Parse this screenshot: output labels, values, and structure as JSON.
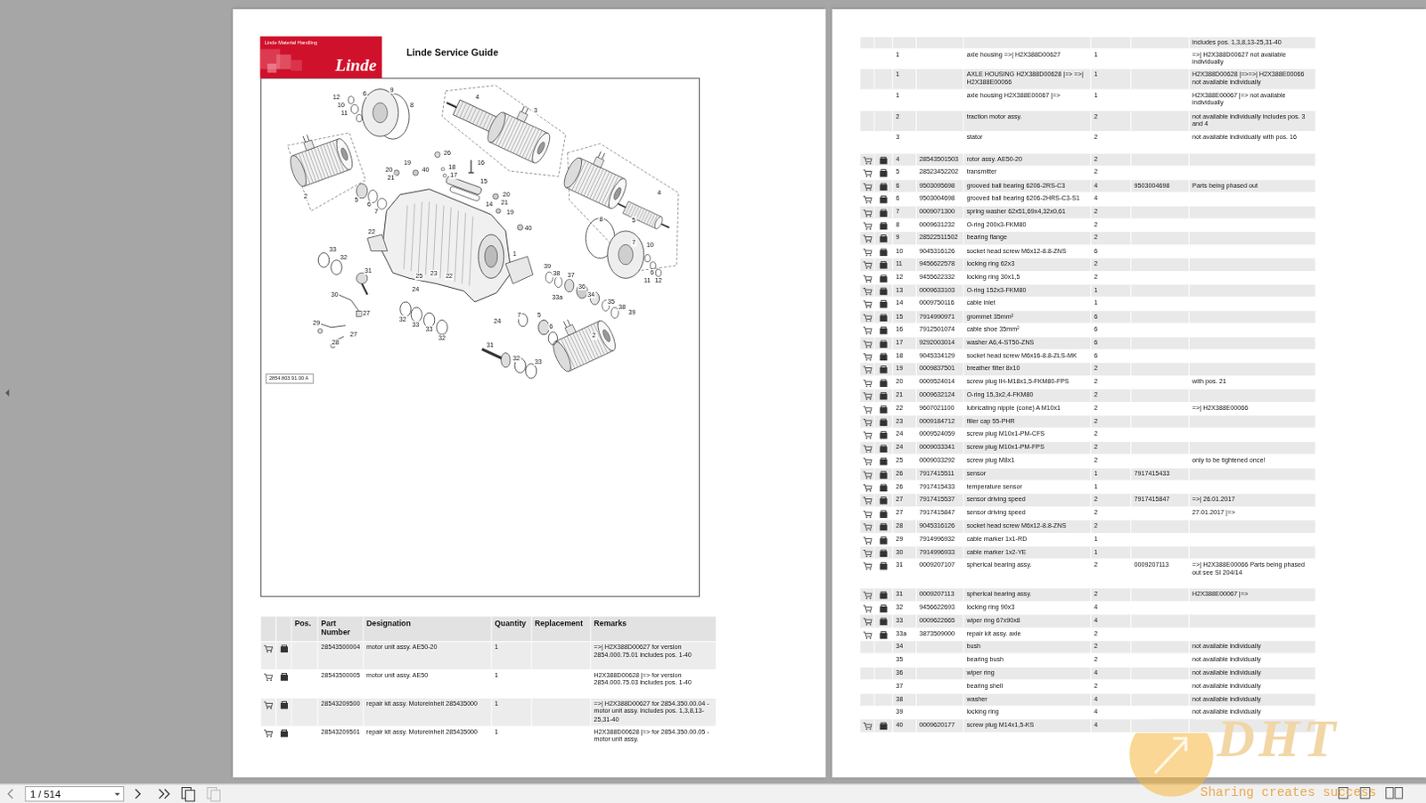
{
  "diagram": {
    "title": "Linde Service Guide",
    "nodes": [
      {
        "text": [
          "Linde Material Handling",
          "Linde"
        ]
      },
      {
        "text": [
          "2854.803.91.00 A"
        ]
      }
    ],
    "labels": [
      "Pos.",
      "Part Number",
      "Designation",
      "Quantity",
      "Replacement",
      "Remarks",
      "28543500004",
      "motor unit assy. AE50-20",
      "1",
      "=>| H2X388D00627 for version 2854.000.75.01 includes pos. 1-40",
      "28543500005",
      "motor unit assy. AE50",
      "1",
      "H2X388D00628 |=> for version 2854.000.75.03 includes pos. 1-40",
      "28543209500",
      "repair kit assy. Motoreinheit 285435000",
      "1",
      "=>| H2X388D00627 for 2854.350.00.04 - motor unit assy. includes pos. 1,3,8,13-25,31-40",
      "28543209501",
      "repair kit assy. Motoreinheit 285435000",
      "1",
      "H2X388D00628 |=> for 2854.350.00.05 - motor unit assy.",
      "includes pos. 1,3,8,13-25,31-40",
      "1",
      "axle housing =>| H2X388D00627",
      "1",
      "=>| H2X388D00627 not available individually",
      "1",
      "AXLE HOUSING H2X388D00628 |=> =>| H2X388E00066",
      "1",
      "H2X388D00628 |=>=>| H2X388E00066 not available individually",
      "1",
      "axle housing H2X388E00067 |=>",
      "1",
      "H2X388E00067 |=> not available individually",
      "2",
      "traction motor assy.",
      "2",
      "not available individually includes pos. 3 and 4",
      "3",
      "stator",
      "2",
      "not available individually with pos. 16",
      "4",
      "28543501503",
      "rotor assy. AE50-20",
      "2",
      "5",
      "28523452202",
      "transmitter",
      "2",
      "6",
      "9503095698",
      "grooved ball bearing 6206-2RS-C3",
      "4",
      "9503004698",
      "Parts being phased out",
      "6",
      "9503004698",
      "grooved ball bearing 6206-2HRS-C3-S1",
      "4",
      "7",
      "0009071300",
      "spring washer 62x51,69x4,32x0,61",
      "2",
      "8",
      "0009631232",
      "O-ring 200x3-FKM80",
      "2",
      "9",
      "28522511502",
      "bearing flange",
      "2",
      "10",
      "9045316126",
      "socket head screw M6x12-8.8-ZNS",
      "6",
      "11",
      "9456622578",
      "locking ring 62x3",
      "2",
      "12",
      "9455622332",
      "locking ring 30x1,5",
      "2",
      "13",
      "0009633103",
      "O-ring 152x3-FKM80",
      "1",
      "14",
      "0009750116",
      "cable inlet",
      "1",
      "15",
      "7914990971",
      "grommet 35mm²",
      "6",
      "16",
      "7912501074",
      "cable shoe 35mm²",
      "6",
      "17",
      "9292003014",
      "washer A6,4-ST50-ZNS",
      "6",
      "18",
      "9045334129",
      "socket head screw M6x16-8.8-ZLS-MK",
      "6",
      "19",
      "0009837501",
      "breather filter 8x10",
      "2",
      "20",
      "0009524014",
      "screw plug IH-M18x1,5-FKM80-FPS",
      "2",
      "with pos. 21",
      "21",
      "0009632124",
      "O-ring 15,3x2,4-FKM80",
      "2",
      "22",
      "9607021100",
      "lubricating nipple (cone) A M10x1",
      "2",
      "=>| H2X388E00066",
      "23",
      "0009184712",
      "filler cap 55-PHR",
      "2",
      "24",
      "0009524059",
      "screw plug M10x1-PM-CFS",
      "2",
      "24",
      "0009033341",
      "screw plug M10x1-PM-FPS",
      "2",
      "25",
      "0009033292",
      "screw plug M8x1",
      "2",
      "only to be tightened once!",
      "26",
      "7917415511",
      "sensor",
      "1",
      "7917415433",
      "26",
      "7917415433",
      "temperature sensor",
      "1",
      "27",
      "7917415537",
      "sensor driving speed",
      "2",
      "7917415847",
      "=>| 26.01.2017",
      "27",
      "7917415847",
      "sensor driving speed",
      "2",
      "27.01.2017 |=>",
      "28",
      "9045316126",
      "socket head screw M6x12-8.8-ZNS",
      "2",
      "29",
      "7914996932",
      "cable marker 1x1-RD",
      "1",
      "30",
      "7914996933",
      "cable marker 1x2-YE",
      "1",
      "31",
      "0009207107",
      "spherical bearing assy.",
      "2",
      "0009207113",
      "=>| H2X388E00066 Parts being phased out see SI 204/14",
      "31",
      "0009207113",
      "spherical bearing assy.",
      "2",
      "H2X388E00067 |=>",
      "32",
      "9456622693",
      "locking ring 90x3",
      "4",
      "33",
      "0009622665",
      "wiper ring 67x90x8",
      "4",
      "33a",
      "3873509000",
      "repair kit assy. axle",
      "2",
      "34",
      "bush",
      "2",
      "not available individually",
      "35",
      "bearing bush",
      "2",
      "not available individually",
      "36",
      "wiper ring",
      "4",
      "not available individually",
      "37",
      "bearing shell",
      "2",
      "not available individually",
      "38",
      "washer",
      "4",
      "not available individually",
      "39",
      "locking ring",
      "4",
      "not available individually",
      "40",
      "0009620177",
      "screw plug M14x1,5-KS",
      "4",
      "12",
      "10",
      "11",
      "6",
      "9",
      "8",
      "4",
      "3",
      "2",
      "20",
      "21",
      "19",
      "40",
      "26",
      "18",
      "17",
      "16",
      "15",
      "5",
      "6",
      "7",
      "14",
      "20",
      "21",
      "19",
      "40",
      "22",
      "1",
      "33",
      "32",
      "31",
      "25",
      "23",
      "22",
      "24",
      "30",
      "27",
      "29",
      "28",
      "27",
      "32",
      "33",
      "33",
      "32",
      "24",
      "7",
      "5",
      "6",
      "2",
      "31",
      "32",
      "33",
      "39",
      "38",
      "37",
      "36",
      "33a",
      "34",
      "35",
      "38",
      "39",
      "8",
      "5",
      "4",
      "7",
      "10",
      "6",
      "11",
      "12",
      "1 / 514",
      "DHT",
      "Sharing creates success"
    ]
  }
}
